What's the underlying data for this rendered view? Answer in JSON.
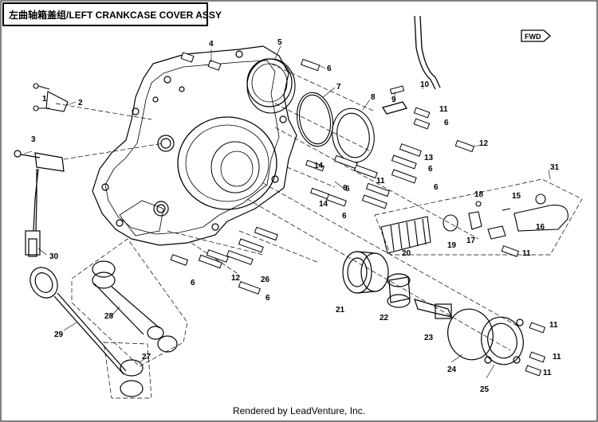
{
  "header": {
    "title": "左曲轴箱盖组/LEFT CRANKCASE COVER ASSY"
  },
  "badge": {
    "fwd": "FWD"
  },
  "footer": {
    "credit": "Rendered by LeadVenture, Inc."
  },
  "callouts": [
    {
      "id": "c1",
      "text": "1"
    },
    {
      "id": "c2",
      "text": "2"
    },
    {
      "id": "c3",
      "text": "3"
    },
    {
      "id": "c4",
      "text": "4"
    },
    {
      "id": "c5",
      "text": "5"
    },
    {
      "id": "c6a",
      "text": "6"
    },
    {
      "id": "c7",
      "text": "7"
    },
    {
      "id": "c8",
      "text": "8"
    },
    {
      "id": "c9",
      "text": "9"
    },
    {
      "id": "c10",
      "text": "10"
    },
    {
      "id": "c11a",
      "text": "11"
    },
    {
      "id": "c6b",
      "text": "6"
    },
    {
      "id": "c12a",
      "text": "12"
    },
    {
      "id": "c13",
      "text": "13"
    },
    {
      "id": "c6c",
      "text": "6"
    },
    {
      "id": "c14a",
      "text": "14"
    },
    {
      "id": "c11b",
      "text": "11"
    },
    {
      "id": "c6d",
      "text": "6"
    },
    {
      "id": "c6e",
      "text": "6"
    },
    {
      "id": "c14b",
      "text": "14"
    },
    {
      "id": "c6f",
      "text": "6"
    },
    {
      "id": "c31",
      "text": "31"
    },
    {
      "id": "c15",
      "text": "15"
    },
    {
      "id": "c18",
      "text": "18"
    },
    {
      "id": "c16",
      "text": "16"
    },
    {
      "id": "c17",
      "text": "17"
    },
    {
      "id": "c11c",
      "text": "11"
    },
    {
      "id": "c19",
      "text": "19"
    },
    {
      "id": "c20",
      "text": "20"
    },
    {
      "id": "c30",
      "text": "30"
    },
    {
      "id": "c6g",
      "text": "6"
    },
    {
      "id": "c12b",
      "text": "12"
    },
    {
      "id": "c26",
      "text": "26"
    },
    {
      "id": "c6h",
      "text": "6"
    },
    {
      "id": "c21",
      "text": "21"
    },
    {
      "id": "c22",
      "text": "22"
    },
    {
      "id": "c23",
      "text": "23"
    },
    {
      "id": "c28",
      "text": "28"
    },
    {
      "id": "c29",
      "text": "29"
    },
    {
      "id": "c24",
      "text": "24"
    },
    {
      "id": "c11d",
      "text": "11"
    },
    {
      "id": "c11e",
      "text": "11"
    },
    {
      "id": "c11f",
      "text": "11"
    },
    {
      "id": "c25",
      "text": "25"
    },
    {
      "id": "c27",
      "text": "27"
    },
    {
      "id": "c6i",
      "text": "6"
    }
  ]
}
